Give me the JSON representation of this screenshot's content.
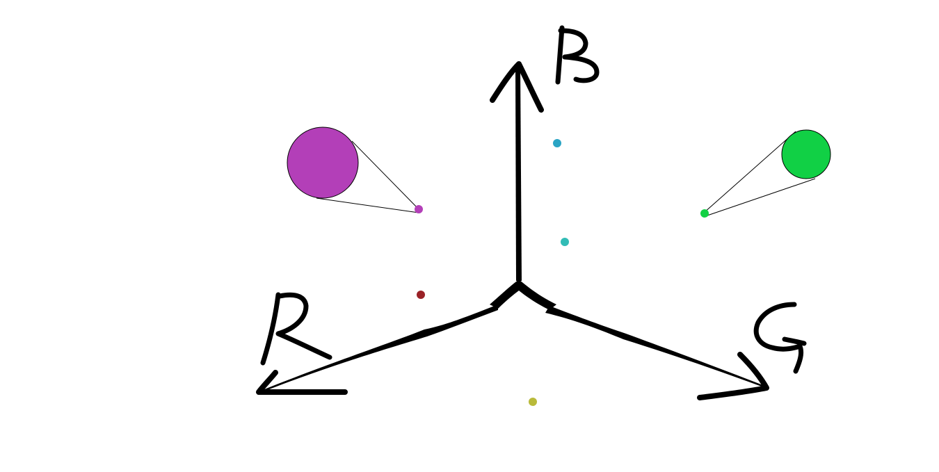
{
  "diagram": {
    "axes": [
      {
        "id": "blue",
        "label": "B"
      },
      {
        "id": "red",
        "label": "R"
      },
      {
        "id": "green",
        "label": "G"
      }
    ],
    "points": [
      {
        "id": "cyan-blue",
        "color": "#2AA4C4"
      },
      {
        "id": "teal",
        "color": "#32BCB6"
      },
      {
        "id": "magenta",
        "color": "#B33FB8"
      },
      {
        "id": "green",
        "color": "#13D145"
      },
      {
        "id": "dark-red",
        "color": "#9A2227"
      },
      {
        "id": "olive",
        "color": "#B9BA3A"
      }
    ],
    "swatches": [
      {
        "id": "magenta-swatch",
        "color": "#B33FB8"
      },
      {
        "id": "green-swatch",
        "color": "#11D045"
      }
    ],
    "stroke_color": "#000000"
  }
}
